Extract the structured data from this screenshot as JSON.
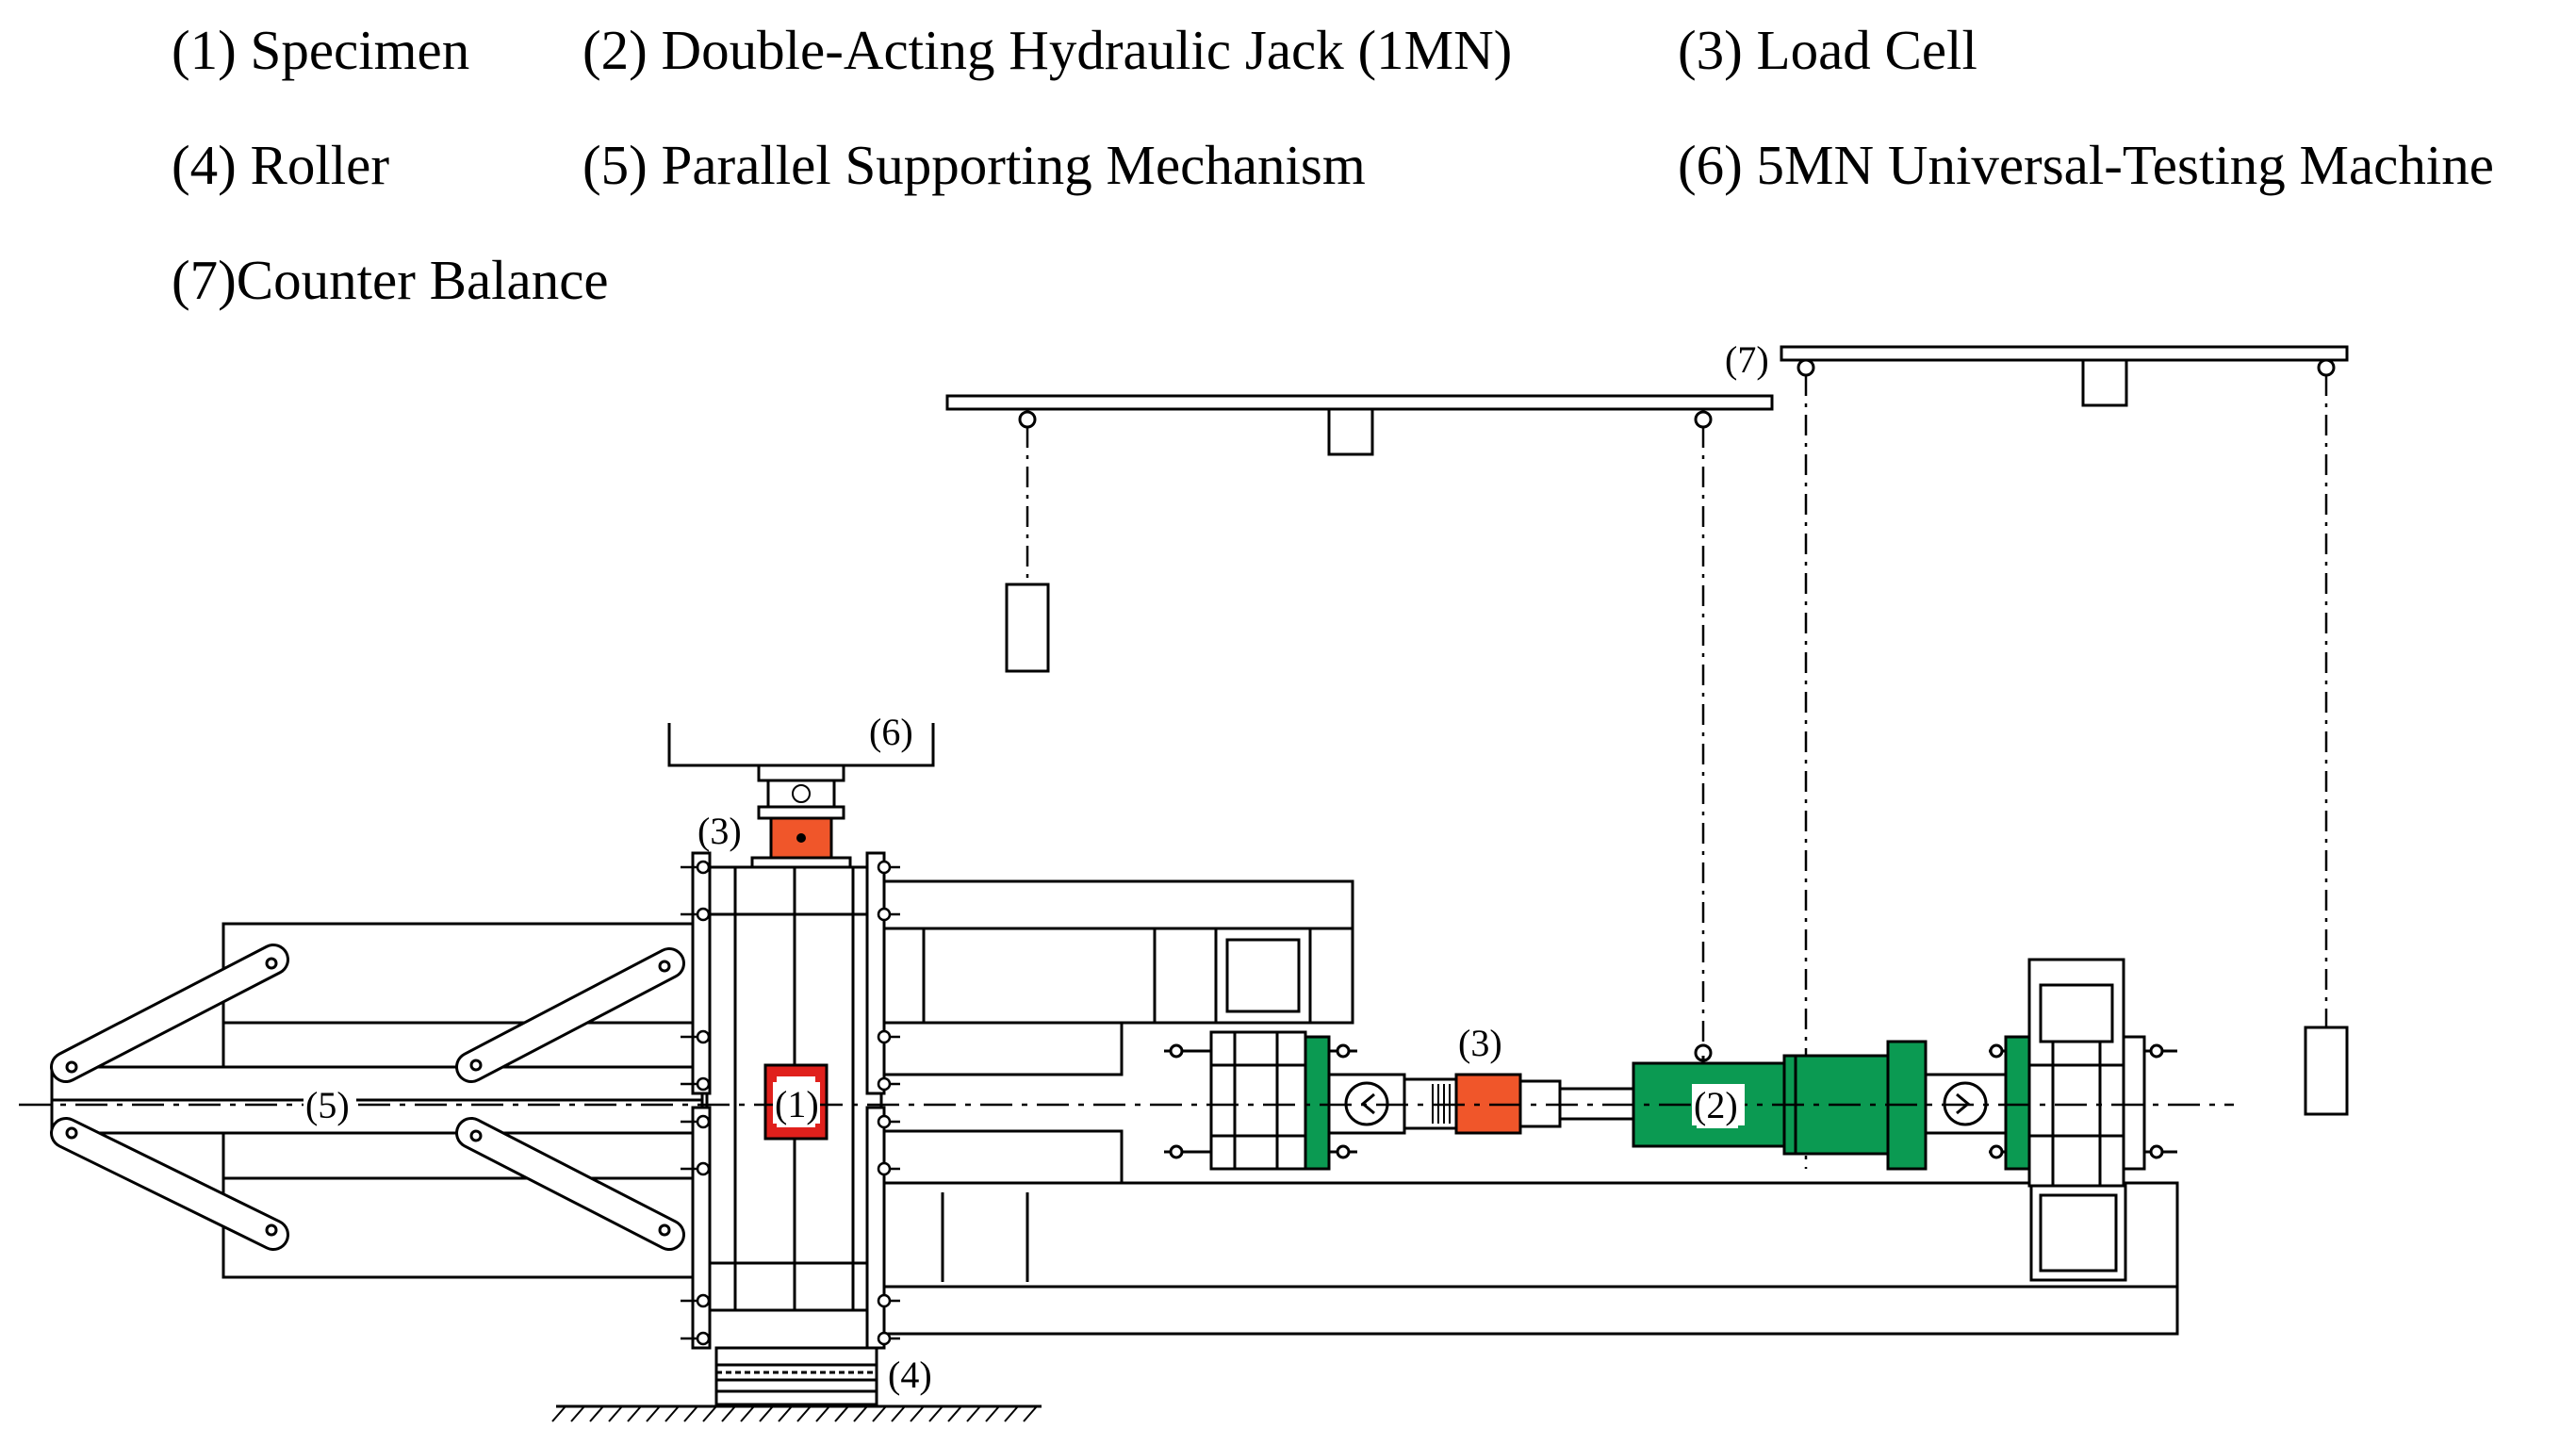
{
  "legend": [
    {
      "key": "1",
      "text": "(1) Specimen"
    },
    {
      "key": "2",
      "text": "(2) Double-Acting Hydraulic Jack (1MN)"
    },
    {
      "key": "3",
      "text": "(3) Load Cell"
    },
    {
      "key": "4",
      "text": "(4) Roller"
    },
    {
      "key": "5",
      "text": "(5) Parallel Supporting Mechanism"
    },
    {
      "key": "6",
      "text": "(6) 5MN Universal-Testing Machine"
    },
    {
      "key": "7",
      "text": "(7)Counter Balance"
    }
  ],
  "callouts": {
    "specimen": "(1)",
    "jack": "(2)",
    "load_cell": "(3)",
    "roller": "(4)",
    "parallel_mechanism": "(5)",
    "utm": "(6)",
    "counter_balance": "(7)"
  },
  "colors": {
    "specimen": "#e0201c",
    "load_cell": "#f0562a",
    "jack": "#0b9a52",
    "line": "#000000"
  }
}
